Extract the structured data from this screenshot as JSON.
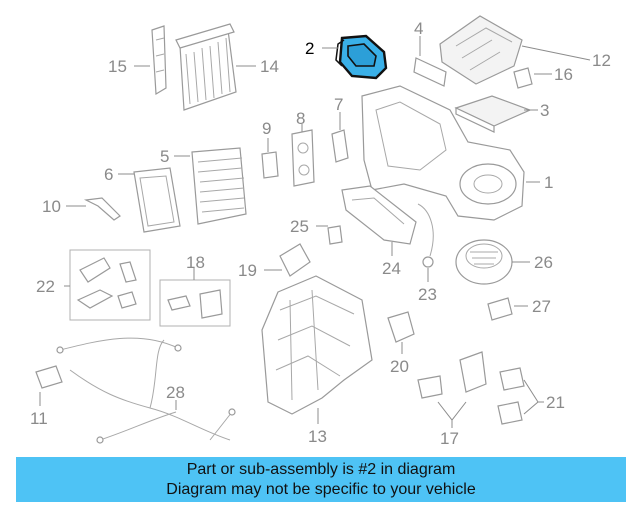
{
  "diagram": {
    "highlighted_part": "2",
    "highlight_color": "#3ab0e8",
    "callouts": {
      "c1": "1",
      "c2": "2",
      "c3": "3",
      "c4": "4",
      "c5": "5",
      "c6": "6",
      "c7": "7",
      "c8": "8",
      "c9": "9",
      "c10": "10",
      "c11": "11",
      "c12": "12",
      "c13": "13",
      "c14": "14",
      "c15": "15",
      "c16": "16",
      "c17": "17",
      "c18": "18",
      "c19": "19",
      "c20": "20",
      "c21": "21",
      "c22": "22",
      "c23": "23",
      "c24": "24",
      "c25": "25",
      "c26": "26",
      "c27": "27",
      "c28": "28"
    }
  },
  "banner": {
    "line1": "Part or sub-assembly is #2 in diagram",
    "line2": "Diagram may not be specific to your vehicle",
    "color": "#4ec3f5"
  }
}
